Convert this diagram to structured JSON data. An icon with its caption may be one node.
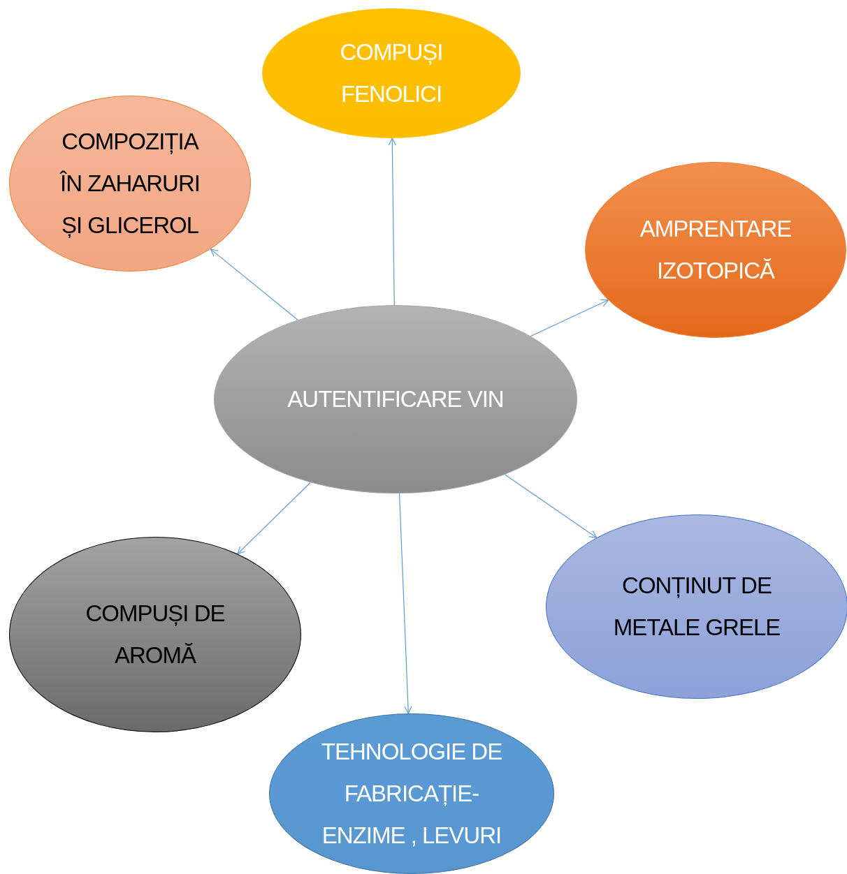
{
  "diagram": {
    "nodes": [
      {
        "text": [
          "COMPUȘI FENOLICI"
        ]
      },
      {
        "text": [
          "COMPOZIȚIA ÎN ZAHARURI ȘI GLICEROL"
        ]
      },
      {
        "text": [
          "AMPRENTARE IZOTOPICĂ"
        ]
      },
      {
        "text": [
          "AUTENTIFICARE VIN"
        ]
      },
      {
        "text": [
          "CONȚINUT DE METALE GRELE"
        ]
      },
      {
        "text": [
          "COMPUȘI DE AROMĂ"
        ]
      },
      {
        "text": [
          "TEHNOLOGIE DE FABRICAȚIE- ENZIME , LEVURI"
        ]
      }
    ],
    "edges": [
      {
        "from": 3,
        "to": 0,
        "arrow": "to"
      },
      {
        "from": 3,
        "to": 1,
        "arrow": "to"
      },
      {
        "from": 3,
        "to": 2,
        "arrow": "to"
      },
      {
        "from": 3,
        "to": 4,
        "arrow": "to"
      },
      {
        "from": 3,
        "to": 5,
        "arrow": "to"
      },
      {
        "from": 3,
        "to": 6,
        "arrow": "to"
      }
    ]
  }
}
